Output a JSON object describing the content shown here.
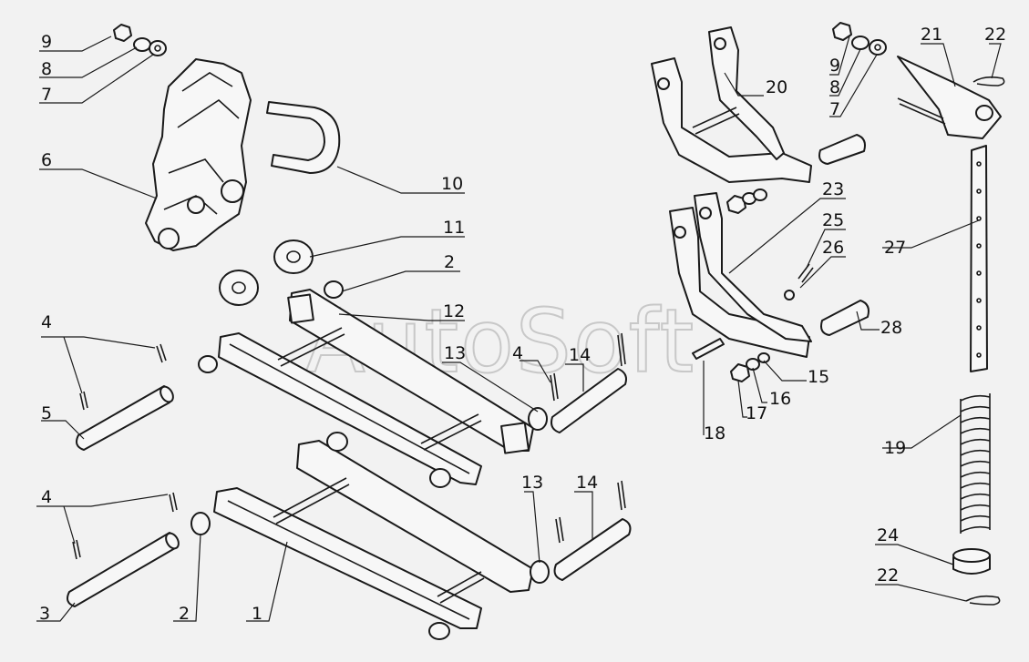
{
  "watermark": "AutoSoft",
  "callouts": [
    "9",
    "8",
    "7",
    "6",
    "10",
    "11",
    "2",
    "4",
    "12",
    "5",
    "13",
    "4",
    "14",
    "4",
    "3",
    "2",
    "1",
    "13",
    "14",
    "20",
    "9",
    "8",
    "7",
    "21",
    "22",
    "23",
    "25",
    "26",
    "27",
    "28",
    "15",
    "16",
    "17",
    "18",
    "19",
    "24",
    "22"
  ]
}
